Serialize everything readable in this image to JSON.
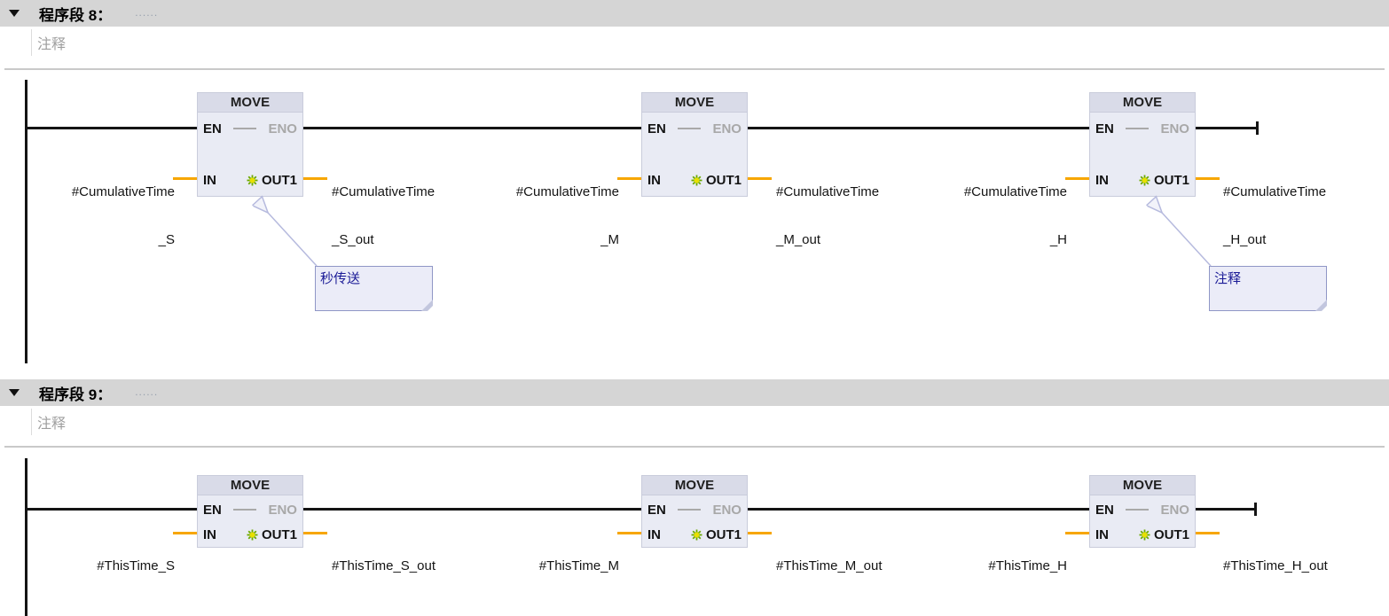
{
  "colors": {
    "network_header_bg": "#d5d5d5",
    "block_body": "#e9ebf4",
    "block_header": "#d9dbe8",
    "wire_black": "#141414",
    "operand_wire_orange": "#f7a600",
    "note_bg": "#ebecf8",
    "note_border": "#8f96c6",
    "note_text": "#1a1a96",
    "disabled_pin_gray": "#a8a8a8"
  },
  "networks": [
    {
      "title": "程序段 8：",
      "title_placeholder": "......",
      "comment_placeholder": "注释",
      "blocks": [
        {
          "title": "MOVE",
          "pins": {
            "en": "EN",
            "eno": "ENO",
            "in": "IN",
            "out": "OUT1"
          },
          "in_label": [
            "#CumulativeTime",
            "_S"
          ],
          "out_label": [
            "#CumulativeTime",
            "_S_out"
          ]
        },
        {
          "title": "MOVE",
          "pins": {
            "en": "EN",
            "eno": "ENO",
            "in": "IN",
            "out": "OUT1"
          },
          "in_label": [
            "#CumulativeTime",
            "_M"
          ],
          "out_label": [
            "#CumulativeTime",
            "_M_out"
          ]
        },
        {
          "title": "MOVE",
          "pins": {
            "en": "EN",
            "eno": "ENO",
            "in": "IN",
            "out": "OUT1"
          },
          "in_label": [
            "#CumulativeTime",
            "_H"
          ],
          "out_label": [
            "#CumulativeTime",
            "_H_out"
          ]
        }
      ],
      "notes": [
        {
          "text": "秒传送"
        },
        {
          "text": "注释"
        }
      ]
    },
    {
      "title": "程序段 9：",
      "title_placeholder": "......",
      "comment_placeholder": "注释",
      "blocks": [
        {
          "title": "MOVE",
          "pins": {
            "en": "EN",
            "eno": "ENO",
            "in": "IN",
            "out": "OUT1"
          },
          "in_label": [
            "#ThisTime_S"
          ],
          "out_label": [
            "#ThisTime_S_out"
          ]
        },
        {
          "title": "MOVE",
          "pins": {
            "en": "EN",
            "eno": "ENO",
            "in": "IN",
            "out": "OUT1"
          },
          "in_label": [
            "#ThisTime_M"
          ],
          "out_label": [
            "#ThisTime_M_out"
          ]
        },
        {
          "title": "MOVE",
          "pins": {
            "en": "EN",
            "eno": "ENO",
            "in": "IN",
            "out": "OUT1"
          },
          "in_label": [
            "#ThisTime_H"
          ],
          "out_label": [
            "#ThisTime_H_out"
          ]
        }
      ],
      "notes": []
    }
  ]
}
